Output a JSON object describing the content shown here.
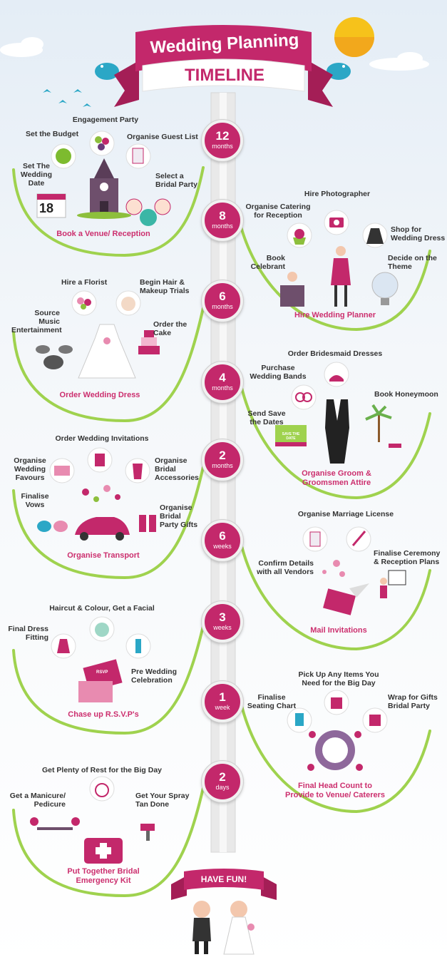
{
  "header": {
    "title_line1": "Wedding Planning",
    "title_line2": "TIMELINE"
  },
  "colors": {
    "accent": "#c3286b",
    "arc": "#9fd24e",
    "text": "#333333",
    "highlight": "#cc2f6e"
  },
  "stages": [
    {
      "num": "12",
      "unit": "months",
      "highlight": "Book a Venue/ Reception",
      "tasks": [
        "Engagement Party",
        "Set the Budget",
        "Organise Guest List",
        "Set The Wedding Date",
        "Select a Bridal Party"
      ]
    },
    {
      "num": "8",
      "unit": "months",
      "highlight": "Hire Wedding Planner",
      "tasks": [
        "Hire Photographer",
        "Organise Catering for Reception",
        "Shop for Wedding Dress",
        "Book Celebrant",
        "Decide on the Theme"
      ]
    },
    {
      "num": "6",
      "unit": "months",
      "highlight": "Order Wedding Dress",
      "tasks": [
        "Hire a Florist",
        "Begin Hair & Makeup Trials",
        "Source Music Entertainment",
        "Order the Cake"
      ]
    },
    {
      "num": "4",
      "unit": "months",
      "highlight": "Organise Groom & Groomsmen Attire",
      "tasks": [
        "Order Bridesmaid Dresses",
        "Purchase Wedding Bands",
        "Book Honeymoon",
        "Send Save the Dates"
      ]
    },
    {
      "num": "2",
      "unit": "months",
      "highlight": "Organise Transport",
      "tasks": [
        "Order Wedding Invitations",
        "Organise Wedding Favours",
        "Organise Bridal Accessories",
        "Finalise Vows",
        "Organise Bridal Party Gifts"
      ]
    },
    {
      "num": "6",
      "unit": "weeks",
      "highlight": "Mail Invitations",
      "tasks": [
        "Organise Marriage License",
        "Confirm Details with all Vendors",
        "Finalise Ceremony & Reception Plans"
      ]
    },
    {
      "num": "3",
      "unit": "weeks",
      "highlight": "Chase up R.S.V.P's",
      "tasks": [
        "Haircut & Colour, Get a Facial",
        "Final Dress Fitting",
        "Pre Wedding Celebration"
      ]
    },
    {
      "num": "1",
      "unit": "week",
      "highlight": "Final Head Count to Provide to Venue/ Caterers",
      "tasks": [
        "Pick Up Any Items You Need for the Big Day",
        "Finalise Seating Chart",
        "Wrap for Gifts Bridal Party"
      ]
    },
    {
      "num": "2",
      "unit": "days",
      "highlight": "Put Together Bridal Emergency Kit",
      "tasks": [
        "Get Plenty of Rest for the Big Day",
        "Get a Manicure/ Pedicure",
        "Get Your Spray Tan Done"
      ]
    }
  ],
  "icons": {
    "calendar_text": "18",
    "rsvp_text": "RSVP",
    "save_date_text": "SAVE THE DATE"
  },
  "footer": {
    "banner": "HAVE FUN!"
  }
}
